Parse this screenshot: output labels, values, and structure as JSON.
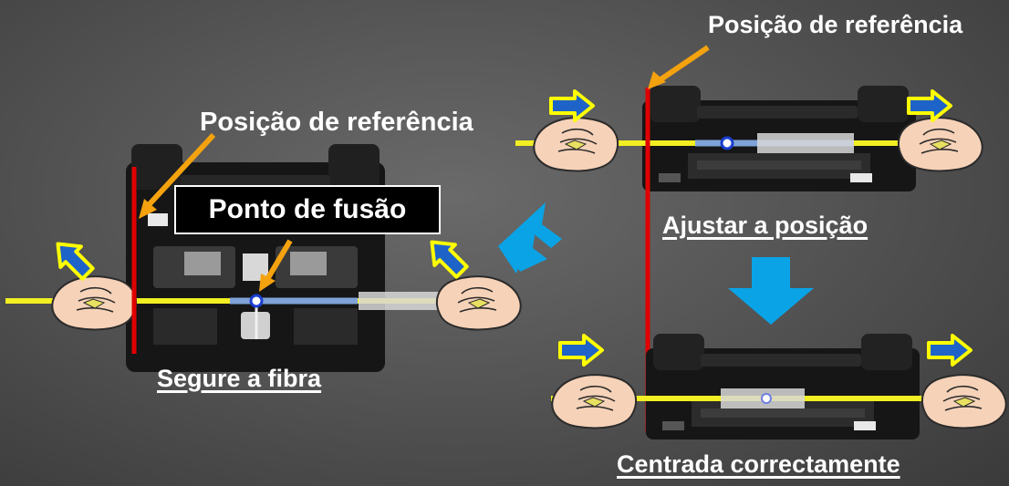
{
  "labels": {
    "reference_position_top": "Posição de referência",
    "reference_position_left": "Posição de referência",
    "fusion_point": "Ponto de fusão",
    "hold_fiber": "Segure a fibra",
    "adjust_position": "Ajustar a posição",
    "centered_correctly": "Centrada correctamente"
  },
  "icons": {
    "hand": "hand-holding-fiber-icon",
    "arrow": "direction-arrow-icon",
    "flow": "flow-arrow-icon"
  },
  "colors": {
    "background": "#555555",
    "fiber": "#f2ef22",
    "reference_line": "#e00000",
    "pointer_arrow": "#f5a20f",
    "flow_arrow": "#0aa3e6",
    "direction_arrow_fill": "#1e63c8",
    "direction_arrow_outline": "#ffff00"
  }
}
